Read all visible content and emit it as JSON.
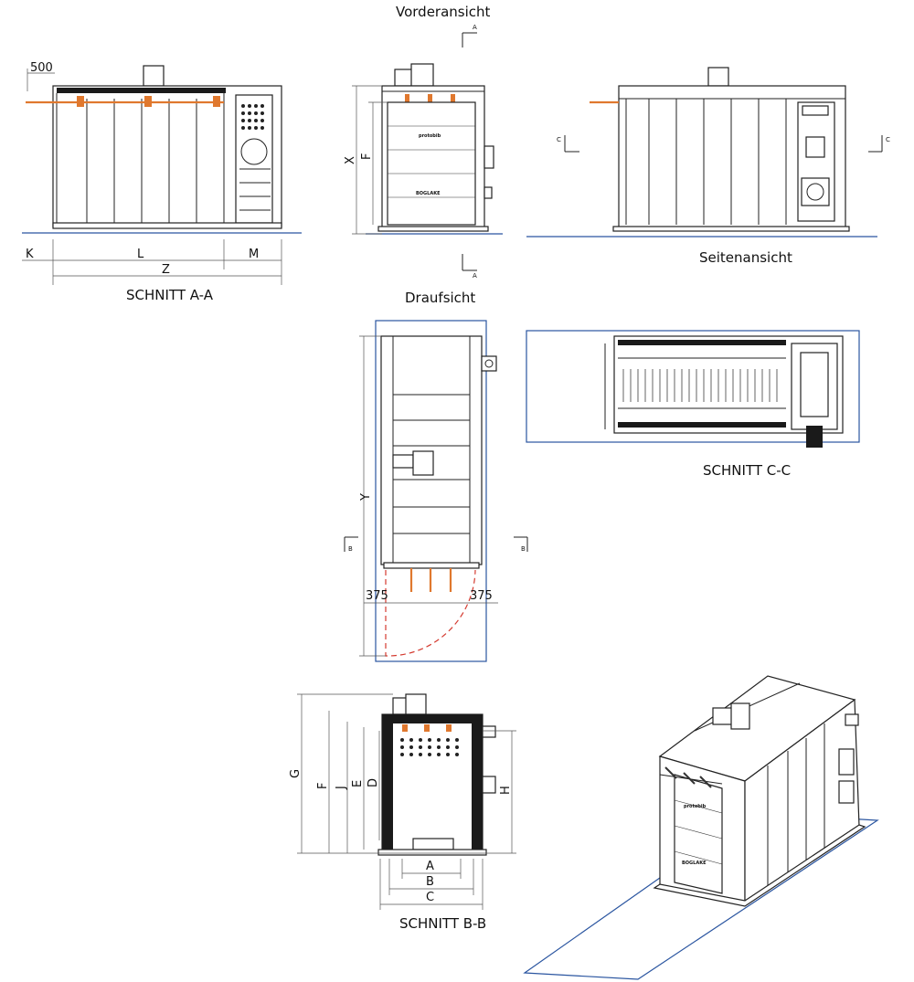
{
  "views": {
    "front_title": "Vorderansicht",
    "side_title": "Seitenansicht",
    "top_title": "Draufsicht",
    "section_aa": "SCHNITT A-A",
    "section_bb": "SCHNITT B-B",
    "section_cc": "SCHNITT C-C"
  },
  "dimensions": {
    "d500": "500",
    "K": "K",
    "L": "L",
    "M": "M",
    "Z": "Z",
    "X": "X",
    "F": "F",
    "Y": "Y",
    "d375_left": "375",
    "d375_right": "375",
    "G": "G",
    "F2": "F",
    "J": "J",
    "E": "E",
    "D": "D",
    "H": "H",
    "A": "A",
    "B": "B",
    "C": "C"
  },
  "cut_markers": {
    "A_top": "A",
    "A_bottom": "A",
    "C_left": "C",
    "C_right": "C",
    "B_left": "B",
    "B_right": "B"
  },
  "brand": {
    "logo_text": "protobib",
    "plate_text": "BOGLAKE"
  },
  "colors": {
    "floor_line": "#2a55a0",
    "rails": "#e0782e",
    "door_swing": "#d43a2f"
  }
}
